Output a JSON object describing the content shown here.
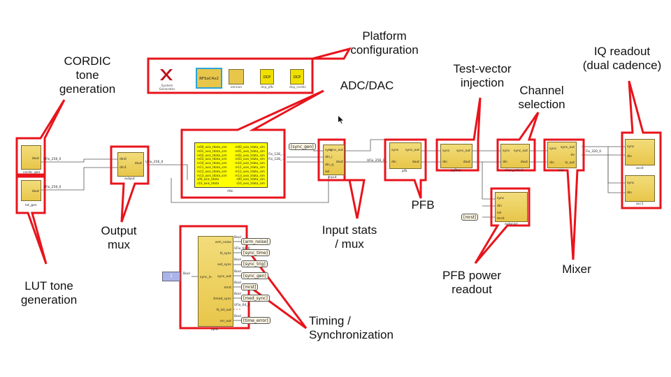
{
  "callouts": {
    "platform": [
      "Platform",
      "configuration"
    ],
    "cordic": [
      "CORDIC",
      "tone",
      "generation"
    ],
    "adcdac": [
      "ADC/DAC"
    ],
    "testvector": [
      "Test-vector",
      "injection"
    ],
    "channelsel": [
      "Channel",
      "selection"
    ],
    "iqreadout": [
      "IQ readout",
      "(dual cadence)"
    ],
    "outputmux": [
      "Output",
      "mux"
    ],
    "pfb": [
      "PFB"
    ],
    "inputstats": [
      "Input stats",
      "/ mux"
    ],
    "lut": [
      "LUT tone",
      "generation"
    ],
    "pfbpower": [
      "PFB power",
      "readout"
    ],
    "mixer": [
      "Mixer"
    ],
    "timing": [
      "Timing /",
      "Synchronization"
    ]
  },
  "platform_blocks": {
    "sysgen": "System Generator",
    "rfsoc": "RFSoC4x2",
    "version": "version",
    "dcp1": "DCP",
    "dcp1_name": "dcp_pfb",
    "dcp2": "DCP",
    "dcp2_name": "dcp_cordic"
  },
  "blocks": {
    "cordic_gen": "cordic_gen",
    "lut_gen": "lut_gen",
    "output": "output",
    "rfdc": "rfdc",
    "input": "input",
    "pfb": "pfb",
    "p_fbsp": "p_fbsp",
    "chan_select": "chan_select",
    "mix": "mix",
    "acc0": "acc0",
    "acc1": "acc1",
    "autocorr": "autocorr",
    "sync": "sync"
  },
  "ports": {
    "dout": "dout",
    "din0": "din0",
    "din1": "din1",
    "sel": "sel",
    "dout_ufix": "UFix_256_0",
    "cordic_ufix": "UFix_256_0",
    "lut_ufix": "UFix_256_0",
    "sync": "sync",
    "din_i": "din_i",
    "din_q": "din_q",
    "sync_out": "sync_out",
    "din": "din",
    "dv": "dv",
    "lo_out": "lo_out",
    "fix_128_a": "Fix_128_...",
    "fix_128_b": "Fix_128_...",
    "fix_320": "Fix_320_0",
    "ufix_256_b": "UFix_256_0",
    "bool": "Bool",
    "mrst": "mrst"
  },
  "rfdc_ports": [
    "m00_axis_tdata_sim",
    "m01_axis_tdata_sim",
    "m02_axis_tdata_sim",
    "m03_axis_tdata_sim",
    "m10_axis_tdata_sim",
    "m11_axis_tdata_sim",
    "m12_axis_tdata_sim",
    "m13_axis_tdata_sim",
    "s00_axis_tdata",
    "s10_axis_tdata"
  ],
  "rfdc_out_ports": [
    "m00_axis_tdata_sim",
    "m01_axis_tdata_sim",
    "m02_axis_tdata_sim",
    "m03_axis_tdata_sim",
    "m10_axis_tdata_sim",
    "m11_axis_tdata_sim",
    "m12_axis_tdata_sim",
    "m13_axis_tdata_sim",
    "s00_axis_tdata_sim",
    "s10_axis_tdata_sim"
  ],
  "tags": {
    "sync_gen_in": "[sync_gen]",
    "mrst": "[mrst]",
    "arm_noise": "[arm_noise]",
    "sync_time": "[sync_time]",
    "sync_trig": "[sync_trig]",
    "sync_gen": "[sync_gen]",
    "mrst_out": "[mrst]",
    "med_sync": "[med_sync]",
    "time_error": "[time_error]"
  },
  "sync_ports": [
    {
      "name": "arm_noise",
      "type": "Bool"
    },
    {
      "name": "tt_sync",
      "type": "UFix_64_0"
    },
    {
      "name": "ext_sync",
      "type": "Bool"
    },
    {
      "name": "sync_out",
      "type": "Bool"
    },
    {
      "name": "mrst",
      "type": "Bool"
    },
    {
      "name": "timed_sync",
      "type": "Bool"
    },
    {
      "name": "tt_int_out",
      "type": "UFix_64_0"
    },
    {
      "name": "err_out",
      "type": "Bool"
    }
  ],
  "sync_in": {
    "port": "sync_in",
    "type": "Bool"
  },
  "colors": {
    "callout": "#e8141c",
    "block": "#e8c64a",
    "rfdc": "#ffff00",
    "rfsoc_border": "#2aa4d8",
    "xilinx": "#c0101a",
    "wire": "#555555"
  }
}
